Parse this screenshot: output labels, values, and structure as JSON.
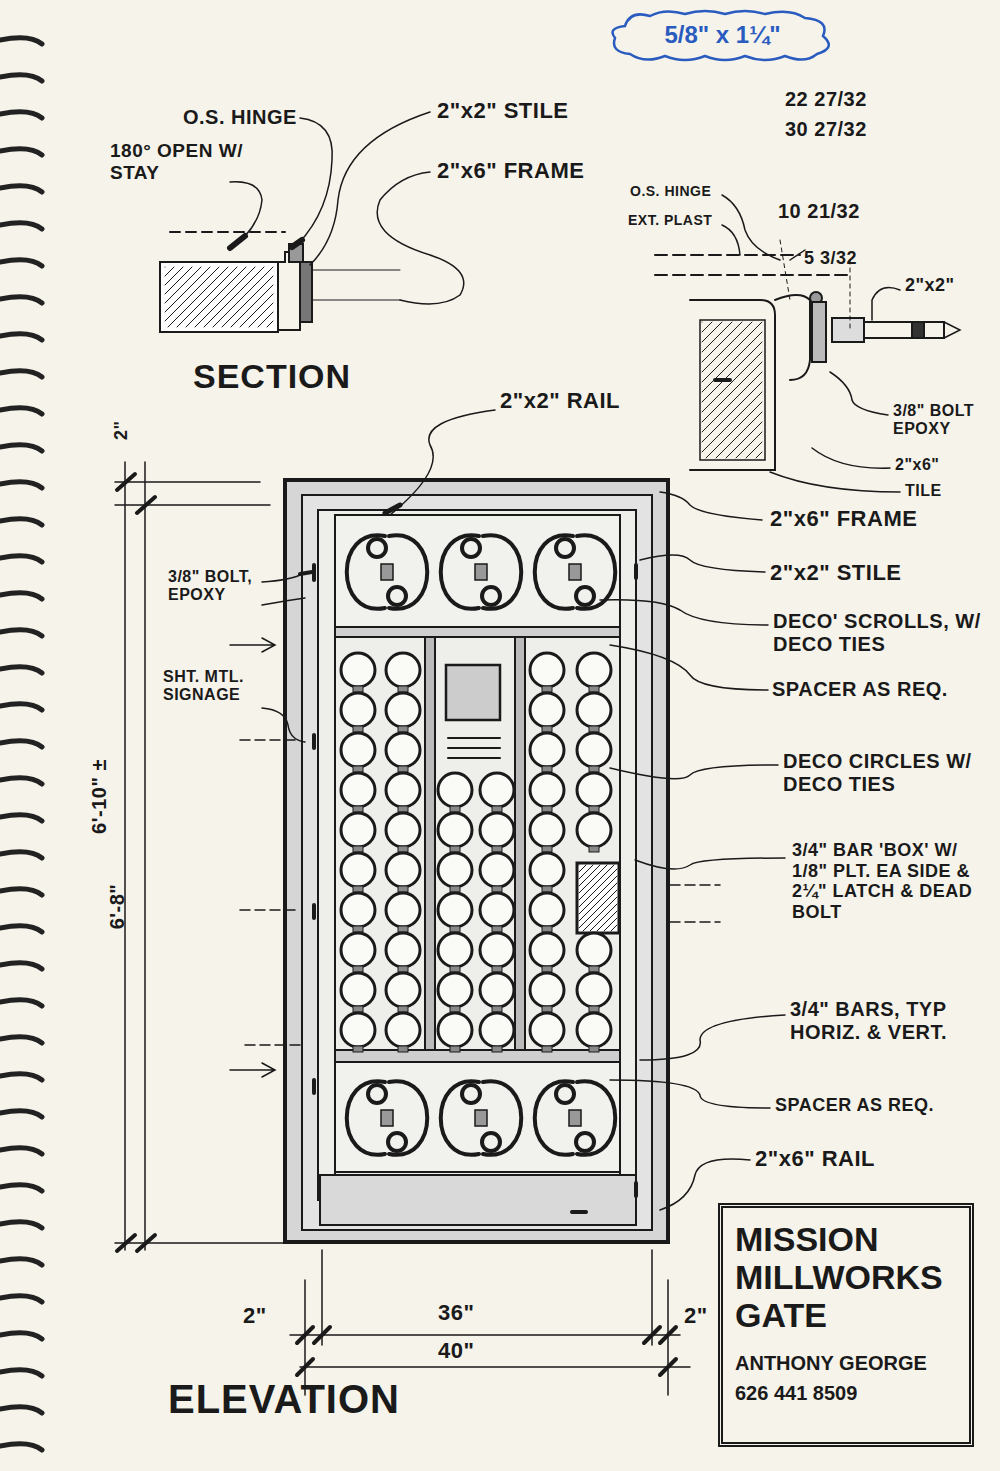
{
  "diagram": {
    "nodes": [
      {
        "text": [
          "5/8\" x 1¼\""
        ]
      },
      {
        "text": [
          "MISSION MILLWORKS GATE",
          "ANTHONY GEORGE 626 441 8509"
        ]
      }
    ],
    "labels": [
      "O.S. HINGE",
      "180° OPEN W/ STAY",
      "2\"x2\" STILE",
      "2\"x6\" FRAME",
      "SECTION",
      "22 27/32",
      "30 27/32",
      "O.S. HINGE",
      "EXT. PLAST",
      "10 21/32",
      "5 3/32",
      "2\"x2\"",
      "3/8\" BOLT EPOXY",
      "2\"x6\"",
      "TILE",
      "2\"x2\" RAIL",
      "2\"",
      "3/8\" BOLT, EPOXY",
      "SHT. MTL. SIGNAGE",
      "6'-10\" ±",
      "6'-8\"",
      "2\"x6\" FRAME",
      "2\"x2\" STILE",
      "DECO' SCROLLS, W/ DECO TIES",
      "SPACER AS REQ.",
      "DECO CIRCLES W/ DECO TIES",
      "3/4\" BAR 'BOX' W/ 1/8\" PLT. EA SIDE & 2¼\" LATCH & DEAD BOLT",
      "3/4\" BARS, TYP HORIZ. & VERT.",
      "SPACER AS REQ.",
      "2\"x6\" RAIL",
      "2\"",
      "36\"",
      "2\"",
      "40\"",
      "ELEVATION"
    ]
  }
}
